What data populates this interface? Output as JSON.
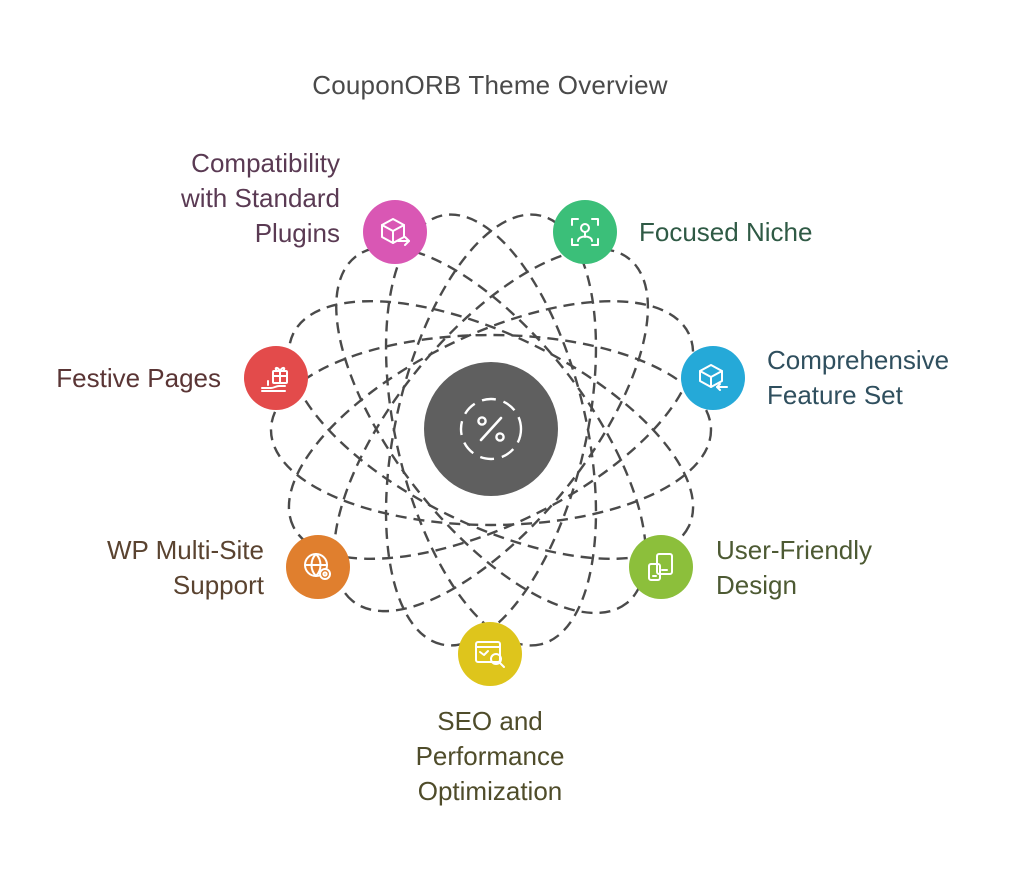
{
  "title": "CouponORB Theme Overview",
  "hub": {
    "icon": "percent-icon",
    "color": "#5f5f5f"
  },
  "features": [
    {
      "key": "compatibility",
      "lines": [
        "Compatibility",
        "with Standard",
        "Plugins"
      ],
      "icon": "box-arrow-icon",
      "color": "#d957b4",
      "text_color": "#5a3a53"
    },
    {
      "key": "focused-niche",
      "lines": [
        "Focused Niche"
      ],
      "icon": "target-user-icon",
      "color": "#3bbf79",
      "text_color": "#2f5a45"
    },
    {
      "key": "feature-set",
      "lines": [
        "Comprehensive",
        "Feature Set"
      ],
      "icon": "box-arrow-icon",
      "color": "#25a9d8",
      "text_color": "#2f4f5e"
    },
    {
      "key": "user-friendly",
      "lines": [
        "User-Friendly",
        "Design"
      ],
      "icon": "mobile-devices-icon",
      "color": "#8cbf3b",
      "text_color": "#4d5a33"
    },
    {
      "key": "seo",
      "lines": [
        "SEO and",
        "Performance",
        "Optimization"
      ],
      "icon": "browser-search-icon",
      "color": "#dec51c",
      "text_color": "#4f4c2a"
    },
    {
      "key": "multisite",
      "lines": [
        "WP Multi-Site",
        "Support"
      ],
      "icon": "globe-gear-icon",
      "color": "#e07f2e",
      "text_color": "#5a4330"
    },
    {
      "key": "festive",
      "lines": [
        "Festive Pages"
      ],
      "icon": "gift-hand-icon",
      "color": "#e34b4b",
      "text_color": "#5a3535"
    }
  ]
}
